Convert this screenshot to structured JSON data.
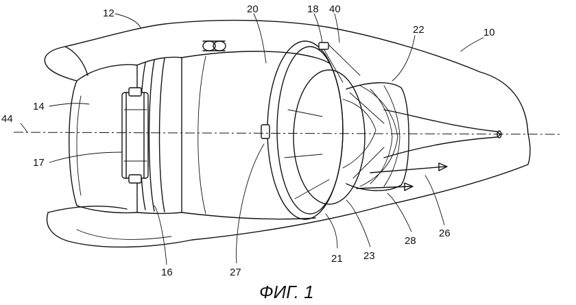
{
  "figure": {
    "caption": "ФИГ. 1",
    "callouts": {
      "n10": "10",
      "n12": "12",
      "n14": "14",
      "n16": "16",
      "n17": "17",
      "n18": "18",
      "n20": "20",
      "n21": "21",
      "n22": "22",
      "n23": "23",
      "n26": "26",
      "n27": "27",
      "n28": "28",
      "n40": "40",
      "n44": "44"
    }
  }
}
